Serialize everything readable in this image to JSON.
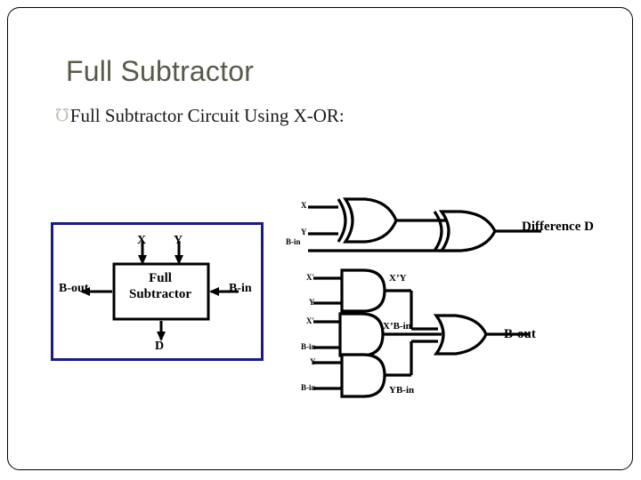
{
  "slide": {
    "title": "Full Subtractor",
    "bullet_glyph": "℧",
    "bullet_text": "Full Subtractor Circuit Using X-OR:",
    "title_color": "#595949",
    "bullet_glyph_color": "#b9c4b0",
    "frame_color": "#000000"
  },
  "block_diagram": {
    "border_color": "#1a1a8c",
    "box_label_line1": "Full",
    "box_label_line2": "Subtractor",
    "input_top_left": "X",
    "input_top_right": "Y",
    "output_left": "B-out",
    "input_right": "B-in",
    "output_bottom": "D"
  },
  "circuit": {
    "difference_section": {
      "inputs": [
        "X",
        "Y",
        "B-in"
      ],
      "gate1_type": "xor-gate",
      "gate2_type": "xor-gate",
      "output_label": "Difference  D"
    },
    "borrow_section": {
      "and_gate_1": {
        "inputs": [
          "X'",
          "Y"
        ],
        "output_label": "X’Y"
      },
      "and_gate_2": {
        "inputs": [
          "X'",
          "B-in"
        ],
        "output_label": "X’B-in"
      },
      "and_gate_3": {
        "inputs": [
          "Y",
          "B-in"
        ],
        "output_label": "YB-in"
      },
      "or_gate_type": "or-gate",
      "output_label": "B-out"
    }
  }
}
